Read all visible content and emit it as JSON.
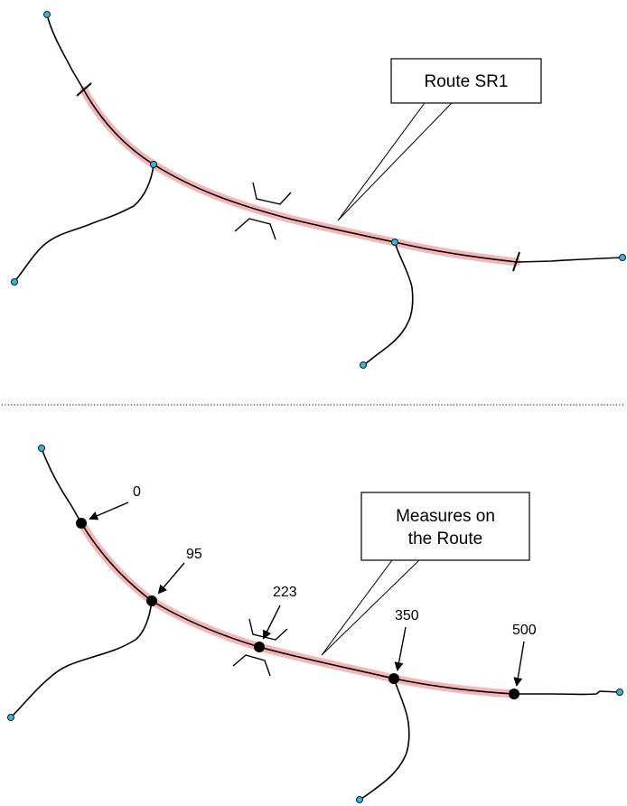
{
  "top_panel": {
    "callout_label": "Route SR1"
  },
  "bottom_panel": {
    "callout_label_line1": "Measures on",
    "callout_label_line2": "the Route",
    "measures": [
      "0",
      "95",
      "223",
      "350",
      "500"
    ]
  },
  "colors": {
    "route_highlight": "#f4b6b6",
    "node_fill": "#35b6dc",
    "line": "#000000"
  }
}
